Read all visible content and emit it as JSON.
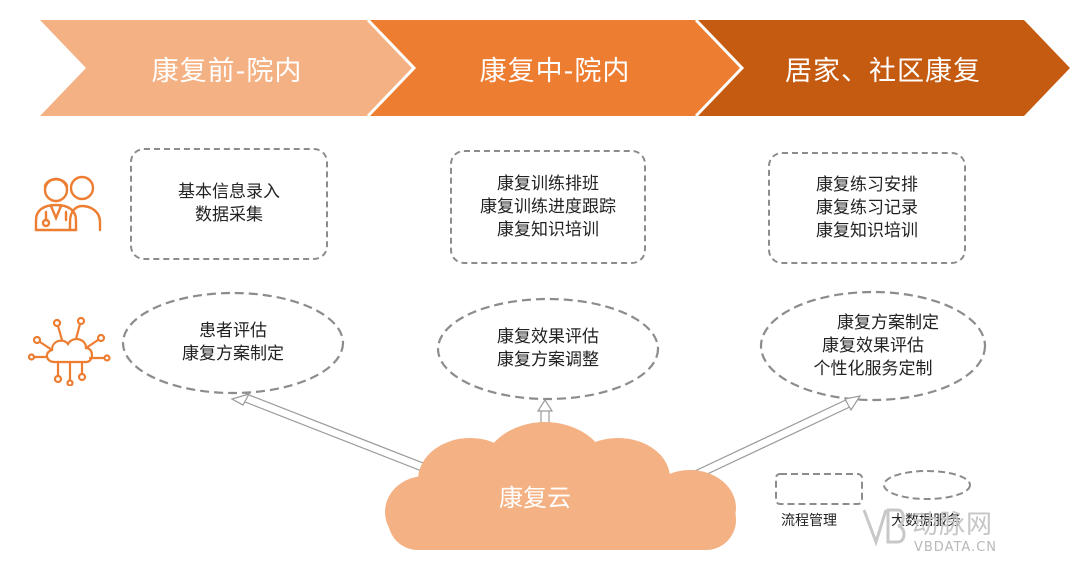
{
  "stages": [
    {
      "label": "康复前-院内"
    },
    {
      "label": "康复中-院内"
    },
    {
      "label": "居家、社区康复"
    }
  ],
  "process_boxes": [
    {
      "lines": [
        "基本信息录入",
        "数据采集"
      ]
    },
    {
      "lines": [
        "康复训练排班",
        "康复训练进度跟踪",
        "康复知识培训"
      ]
    },
    {
      "lines": [
        "康复练习安排",
        "康复练习记录",
        "康复知识培训"
      ]
    }
  ],
  "data_ovals": [
    {
      "lines": [
        "患者评估",
        "康复方案制定"
      ]
    },
    {
      "lines": [
        "康复效果评估",
        "康复方案调整"
      ]
    },
    {
      "lines": [
        "康复方案制定",
        "康复效果评估",
        "个性化服务定制"
      ]
    }
  ],
  "cloud": {
    "label": "康复云"
  },
  "legend": {
    "process": "流程管理",
    "bigdata": "大数据服务"
  },
  "watermark": {
    "text": "VBDATA.CN",
    "brand": "动脉网"
  },
  "colors": {
    "stage1": "#f4b183",
    "stage2": "#ed7d31",
    "stage3": "#c55a11",
    "cloud": "#f4b183",
    "icon": "#ed7d31",
    "dash": "#8c8c8c"
  },
  "icons": [
    "doctor-patient-icon",
    "iot-cloud-icon"
  ]
}
